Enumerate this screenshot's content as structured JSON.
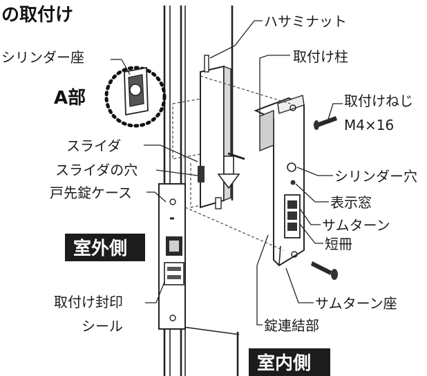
{
  "title": "の取付け",
  "a_part": "A部",
  "side_outer": "室外側",
  "side_inner": "室内側",
  "labels": {
    "cylinder_seat": "シリンダー座",
    "slider": "スライダ",
    "slider_hole": "スライダの穴",
    "case": "戸先錠ケース",
    "seal_line1": "取付け封印",
    "seal_line2": "シール",
    "nut": "ハサミナット",
    "post": "取付け柱",
    "screw_line1": "取付けねじ",
    "screw_line2": "M4×16",
    "cylinder_hole": "シリンダー穴",
    "window": "表示窓",
    "thumbturn": "サムターン",
    "strip": "短冊",
    "thumbturn_seat": "サムターン座",
    "lock_joint": "錠連結部"
  }
}
